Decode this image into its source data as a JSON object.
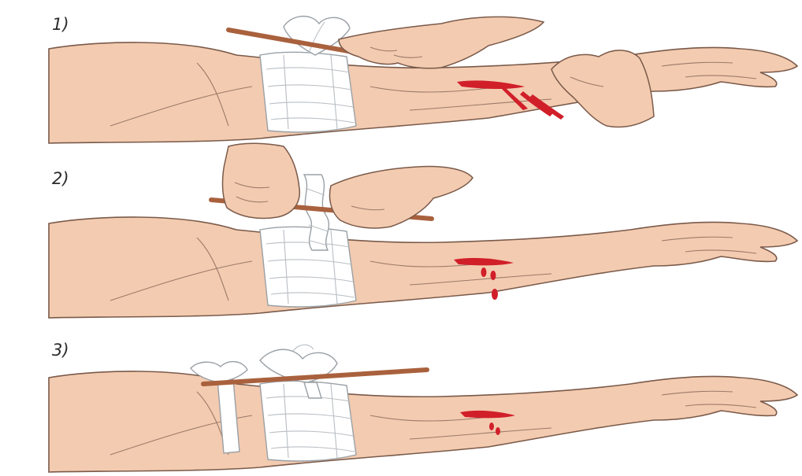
{
  "steps": [
    {
      "label": "1)"
    },
    {
      "label": "2)"
    },
    {
      "label": "3)"
    }
  ],
  "colors": {
    "skin": "#f3cbb0",
    "skin_outline": "#7a5a4a",
    "bandage": "#ffffff",
    "bandage_outline": "#9aa0a6",
    "stick": "#a9613d",
    "blood": "#d11f2a"
  }
}
